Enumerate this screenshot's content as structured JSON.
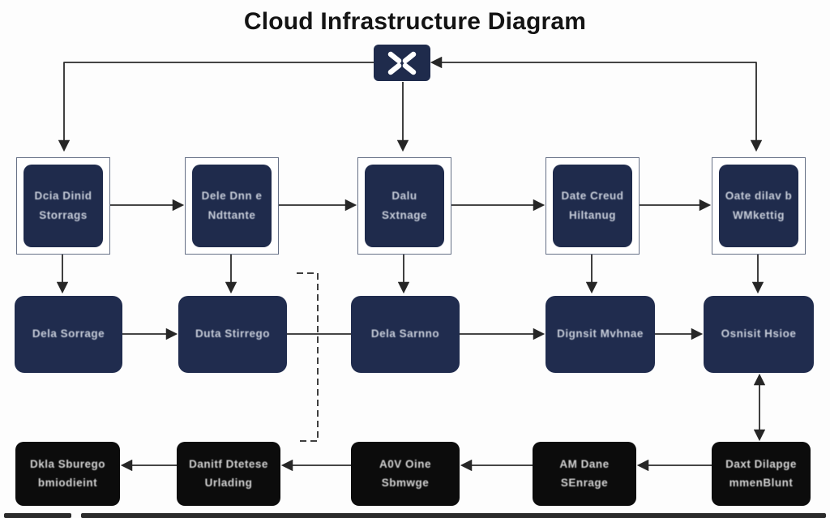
{
  "title": "Cloud Infrastructure Diagram",
  "colors": {
    "navy_box": "#1f2b4c",
    "black_box": "#0c0c0c",
    "arrow": "#2b2b2b",
    "frame_border": "#667086",
    "label_text": "#c7cdd9"
  },
  "hub": {
    "icon": "crossed-arrows-switch-icon"
  },
  "rows": {
    "top": {
      "style": "framed-navy",
      "nodes": [
        {
          "line1": "Dcia Dinid",
          "line2": "Storrags"
        },
        {
          "line1": "Dele Dnn e",
          "line2": "Ndttante"
        },
        {
          "line1": "Dalu",
          "line2": "Sxtnage"
        },
        {
          "line1": "Date Creud",
          "line2": "Hiltanug"
        },
        {
          "line1": "Oate dilav b",
          "line2": "WMkettig"
        }
      ]
    },
    "middle": {
      "style": "navy",
      "nodes": [
        {
          "line1": "Dela Sorrage"
        },
        {
          "line1": "Duta Stirrego"
        },
        {
          "line1": "Dela Sarnno"
        },
        {
          "line1": "Dignsit Mvhnae"
        },
        {
          "line1": "Osnisit Hsioe"
        }
      ]
    },
    "bottom": {
      "style": "black",
      "nodes": [
        {
          "line1": "Dkla Sburego",
          "line2": "bmiodieint"
        },
        {
          "line1": "Danitf Dtetese",
          "line2": "Urlading"
        },
        {
          "line1": "A0V Oine",
          "line2": "Sbmwge"
        },
        {
          "line1": "AM Dane",
          "line2": "SEnrage"
        },
        {
          "line1": "Daxt Dilapge",
          "line2": "mmenBlunt"
        }
      ]
    }
  }
}
